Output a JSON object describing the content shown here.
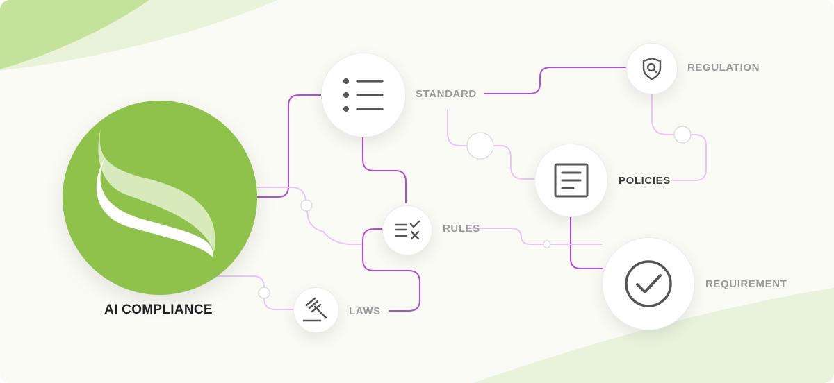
{
  "brand": {
    "title": "AI COMPLIANCE"
  },
  "nodes": {
    "standard": "STANDARD",
    "regulation": "REGULATION",
    "policies": "POLICIES",
    "rules": "RULES",
    "requirement": "REQUIREMENT",
    "laws": "LAWS"
  },
  "icons": {
    "standard": "list-icon",
    "regulation": "shield-search-icon",
    "policies": "document-icon",
    "rules": "checklist-icon",
    "requirement": "checkmark-circle-icon",
    "laws": "gavel-icon"
  },
  "colors": {
    "brand_green": "#8ec24a",
    "connector_purple": "#b44be1",
    "connector_light": "#e9c6f5",
    "icon_gray": "#555555"
  }
}
